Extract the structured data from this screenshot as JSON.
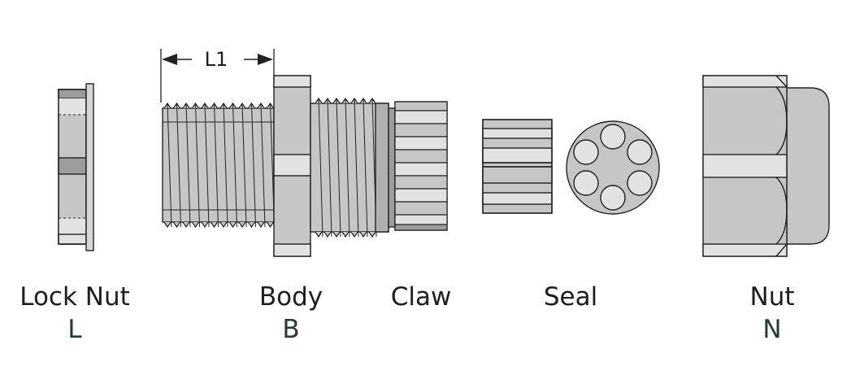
{
  "dimension": {
    "label": "L1"
  },
  "parts": [
    {
      "name": "Lock Nut",
      "code": "L"
    },
    {
      "name": "Body",
      "code": "B"
    },
    {
      "name": "Claw",
      "code": ""
    },
    {
      "name": "Seal",
      "code": ""
    },
    {
      "name": "Nut",
      "code": "N"
    }
  ],
  "colors": {
    "code_text": "#1f3d35",
    "label_text": "#1e1e1e",
    "part_fill": "#c6c6c6",
    "part_light": "#e2e2e2",
    "part_dark": "#9c9c9c",
    "outline": "#222222"
  }
}
